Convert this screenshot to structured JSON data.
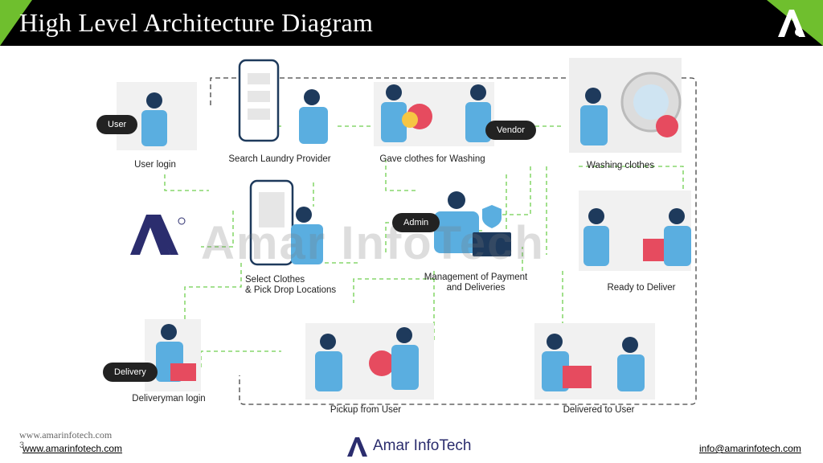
{
  "title": "High Level Architecture Diagram",
  "watermark_text": "Amar InfoTech",
  "nodes": {
    "user_login": "User login",
    "search_provider": "Search Laundry Provider",
    "gave_clothes": "Gave clothes for Washing",
    "washing": "Washing clothes",
    "select_clothes_1": "Select Clothes",
    "select_clothes_2": "& Pick Drop Locations",
    "management_1": "Management of Payment",
    "management_2": "and Deliveries",
    "ready": "Ready to Deliver",
    "deliveryman_login": "Deliveryman login",
    "pickup": "Pickup from User",
    "delivered": "Delivered to User"
  },
  "tags": {
    "user": "User",
    "vendor": "Vendor",
    "admin": "Admin",
    "delivery": "Delivery"
  },
  "footer": {
    "site_small": "www.amarinfotech.com",
    "page_number": "3",
    "site_link": "www.amarinfotech.com",
    "brand": "Amar InfoTech",
    "email": "info@amarinfotech.com"
  },
  "colors": {
    "title_bar": "#000000",
    "accent_green": "#6fbf2e",
    "flow_green": "#6fcf4f",
    "shirt_blue": "#5aaee0"
  }
}
